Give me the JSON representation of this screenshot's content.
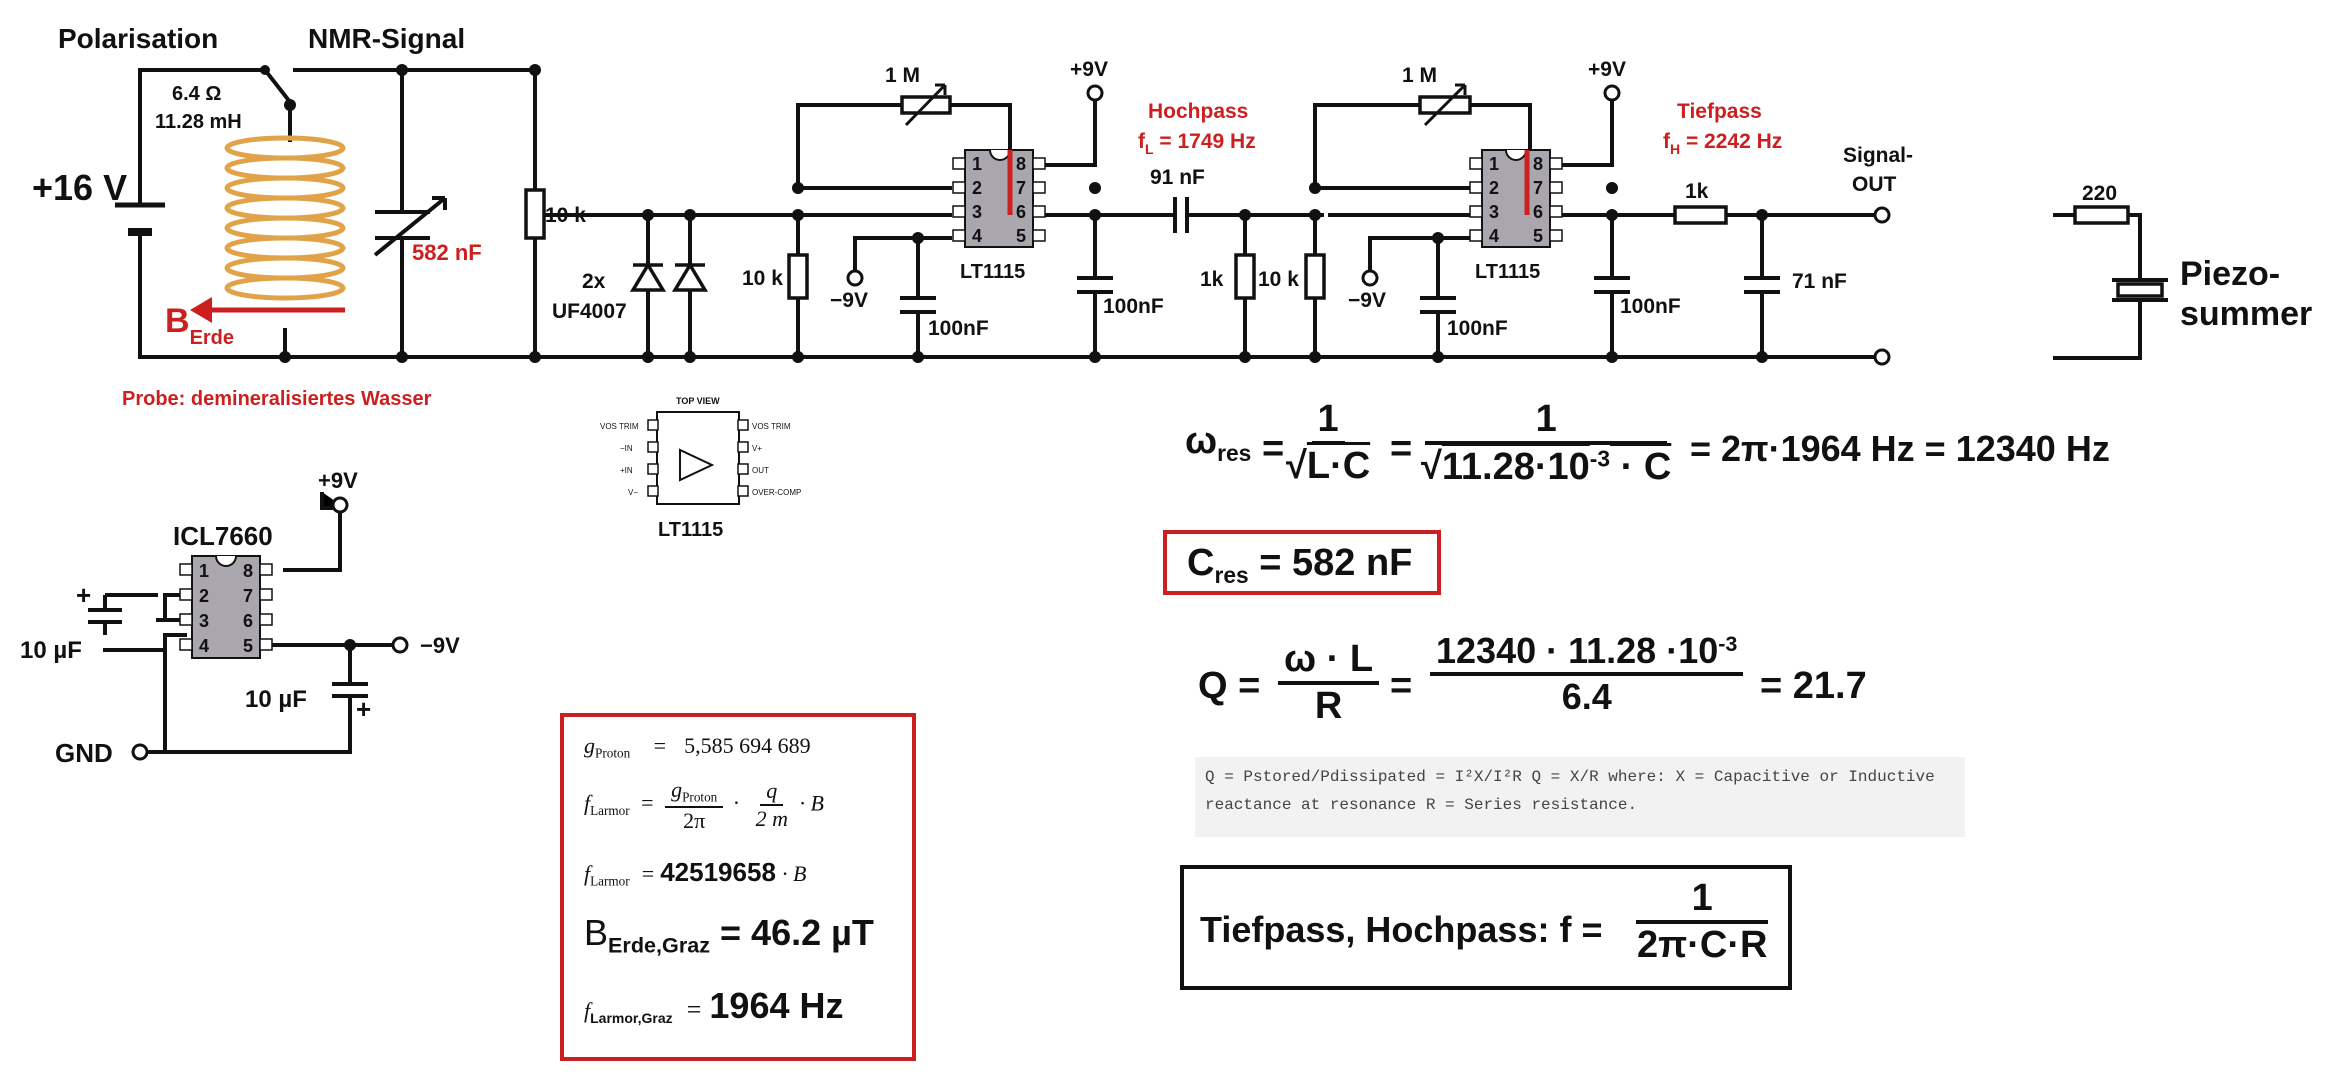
{
  "circuit": {
    "polarisation": "Polarisation",
    "nmr_signal": "NMR-Signal",
    "coil_r": "6.4 Ω",
    "coil_l": "11.28 mH",
    "supply": "+16 V",
    "b_main": "B",
    "b_sub": "Erde",
    "probe": "Probe: demineralisiertes Wasser",
    "cap_res": "582 nF",
    "r10k": "10 k",
    "diode_count": "2x",
    "diode_type": "UF4007",
    "r1m": "1 M",
    "opamp": "LT1115",
    "p9v": "+9V",
    "m9v": "−9V",
    "c100n": "100nF",
    "r1k": "1k",
    "c91n": "91 nF",
    "hoch_title": "Hochpass",
    "hoch_freq_f": "f",
    "hoch_freq_sub": "L",
    "hoch_freq_val": " = 1749 Hz",
    "tief_title": "Tiefpass",
    "tief_freq_f": "f",
    "tief_freq_sub": "H",
    "tief_freq_val": " = 2242 Hz",
    "signal_out_1": "Signal-",
    "signal_out_2": "OUT",
    "c71n": "71 nF",
    "r220": "220",
    "piezo_1": "Piezo-",
    "piezo_2": "summer",
    "pins": [
      "1",
      "2",
      "3",
      "4",
      "8",
      "7",
      "6",
      "5"
    ]
  },
  "pinout": {
    "top_view": "TOP VIEW",
    "left": [
      "VOS TRIM",
      "−IN",
      "+IN",
      "V−"
    ],
    "right": [
      "VOS TRIM",
      "V+",
      "OUT",
      "OVER-COMP"
    ],
    "caption": "LT1115"
  },
  "inverter": {
    "chip": "ICL7660",
    "p9v": "+9V",
    "m9v": "−9V",
    "cap1": "10 µF",
    "cap2": "10 µF",
    "plus": "+",
    "gnd": "GND"
  },
  "equations": {
    "omega": "ω",
    "omega_sub": "res",
    "one": "1",
    "lc": "L·C",
    "den2_a": "11.28·10",
    "den2_exp": "-3",
    "den2_b": " · C",
    "result": "= 2π·1964 Hz = 12340 Hz",
    "cres_c": "C",
    "cres_sub": "res",
    "cres_val": " = 582 nF",
    "q": "Q =",
    "q_num": "ω · L",
    "q_den": "R",
    "q_num2_a": "12340 · 11.28 ·10",
    "q_num2_exp": "-3",
    "q_den2": "6.4",
    "q_result": "= 21.7",
    "note": "Q = Pstored/Pdissipated = I²X/I²R Q = X/R where: X = Capacitive or Inductive reactance at resonance R = Series resistance.",
    "filter_label": "Tiefpass, Hochpass:  f =",
    "filter_num": "1",
    "filter_den": "2π·C·R"
  },
  "larmor": {
    "g_name": "g",
    "g_sub": "Proton",
    "g_val": "5,585 694 689",
    "f1_name": "f",
    "f1_sub": "Larmor",
    "f1_num_g": "g",
    "f1_num_sub": "Proton",
    "f1_den": "2π",
    "f1_q": "q",
    "f1_2m": "2 m",
    "f1_b": "· B",
    "f2_val": "42519658",
    "f2_b": "· B",
    "b_main": "B",
    "b_sub": "Erde,Graz",
    "b_val": " = 46.2 µT",
    "f3_sub": "Larmor,Graz",
    "f3_val": "1964 Hz"
  },
  "colors": {
    "accent": "#cc1f1f",
    "coil": "#e0a34a",
    "chip": "#a9a6ad"
  }
}
